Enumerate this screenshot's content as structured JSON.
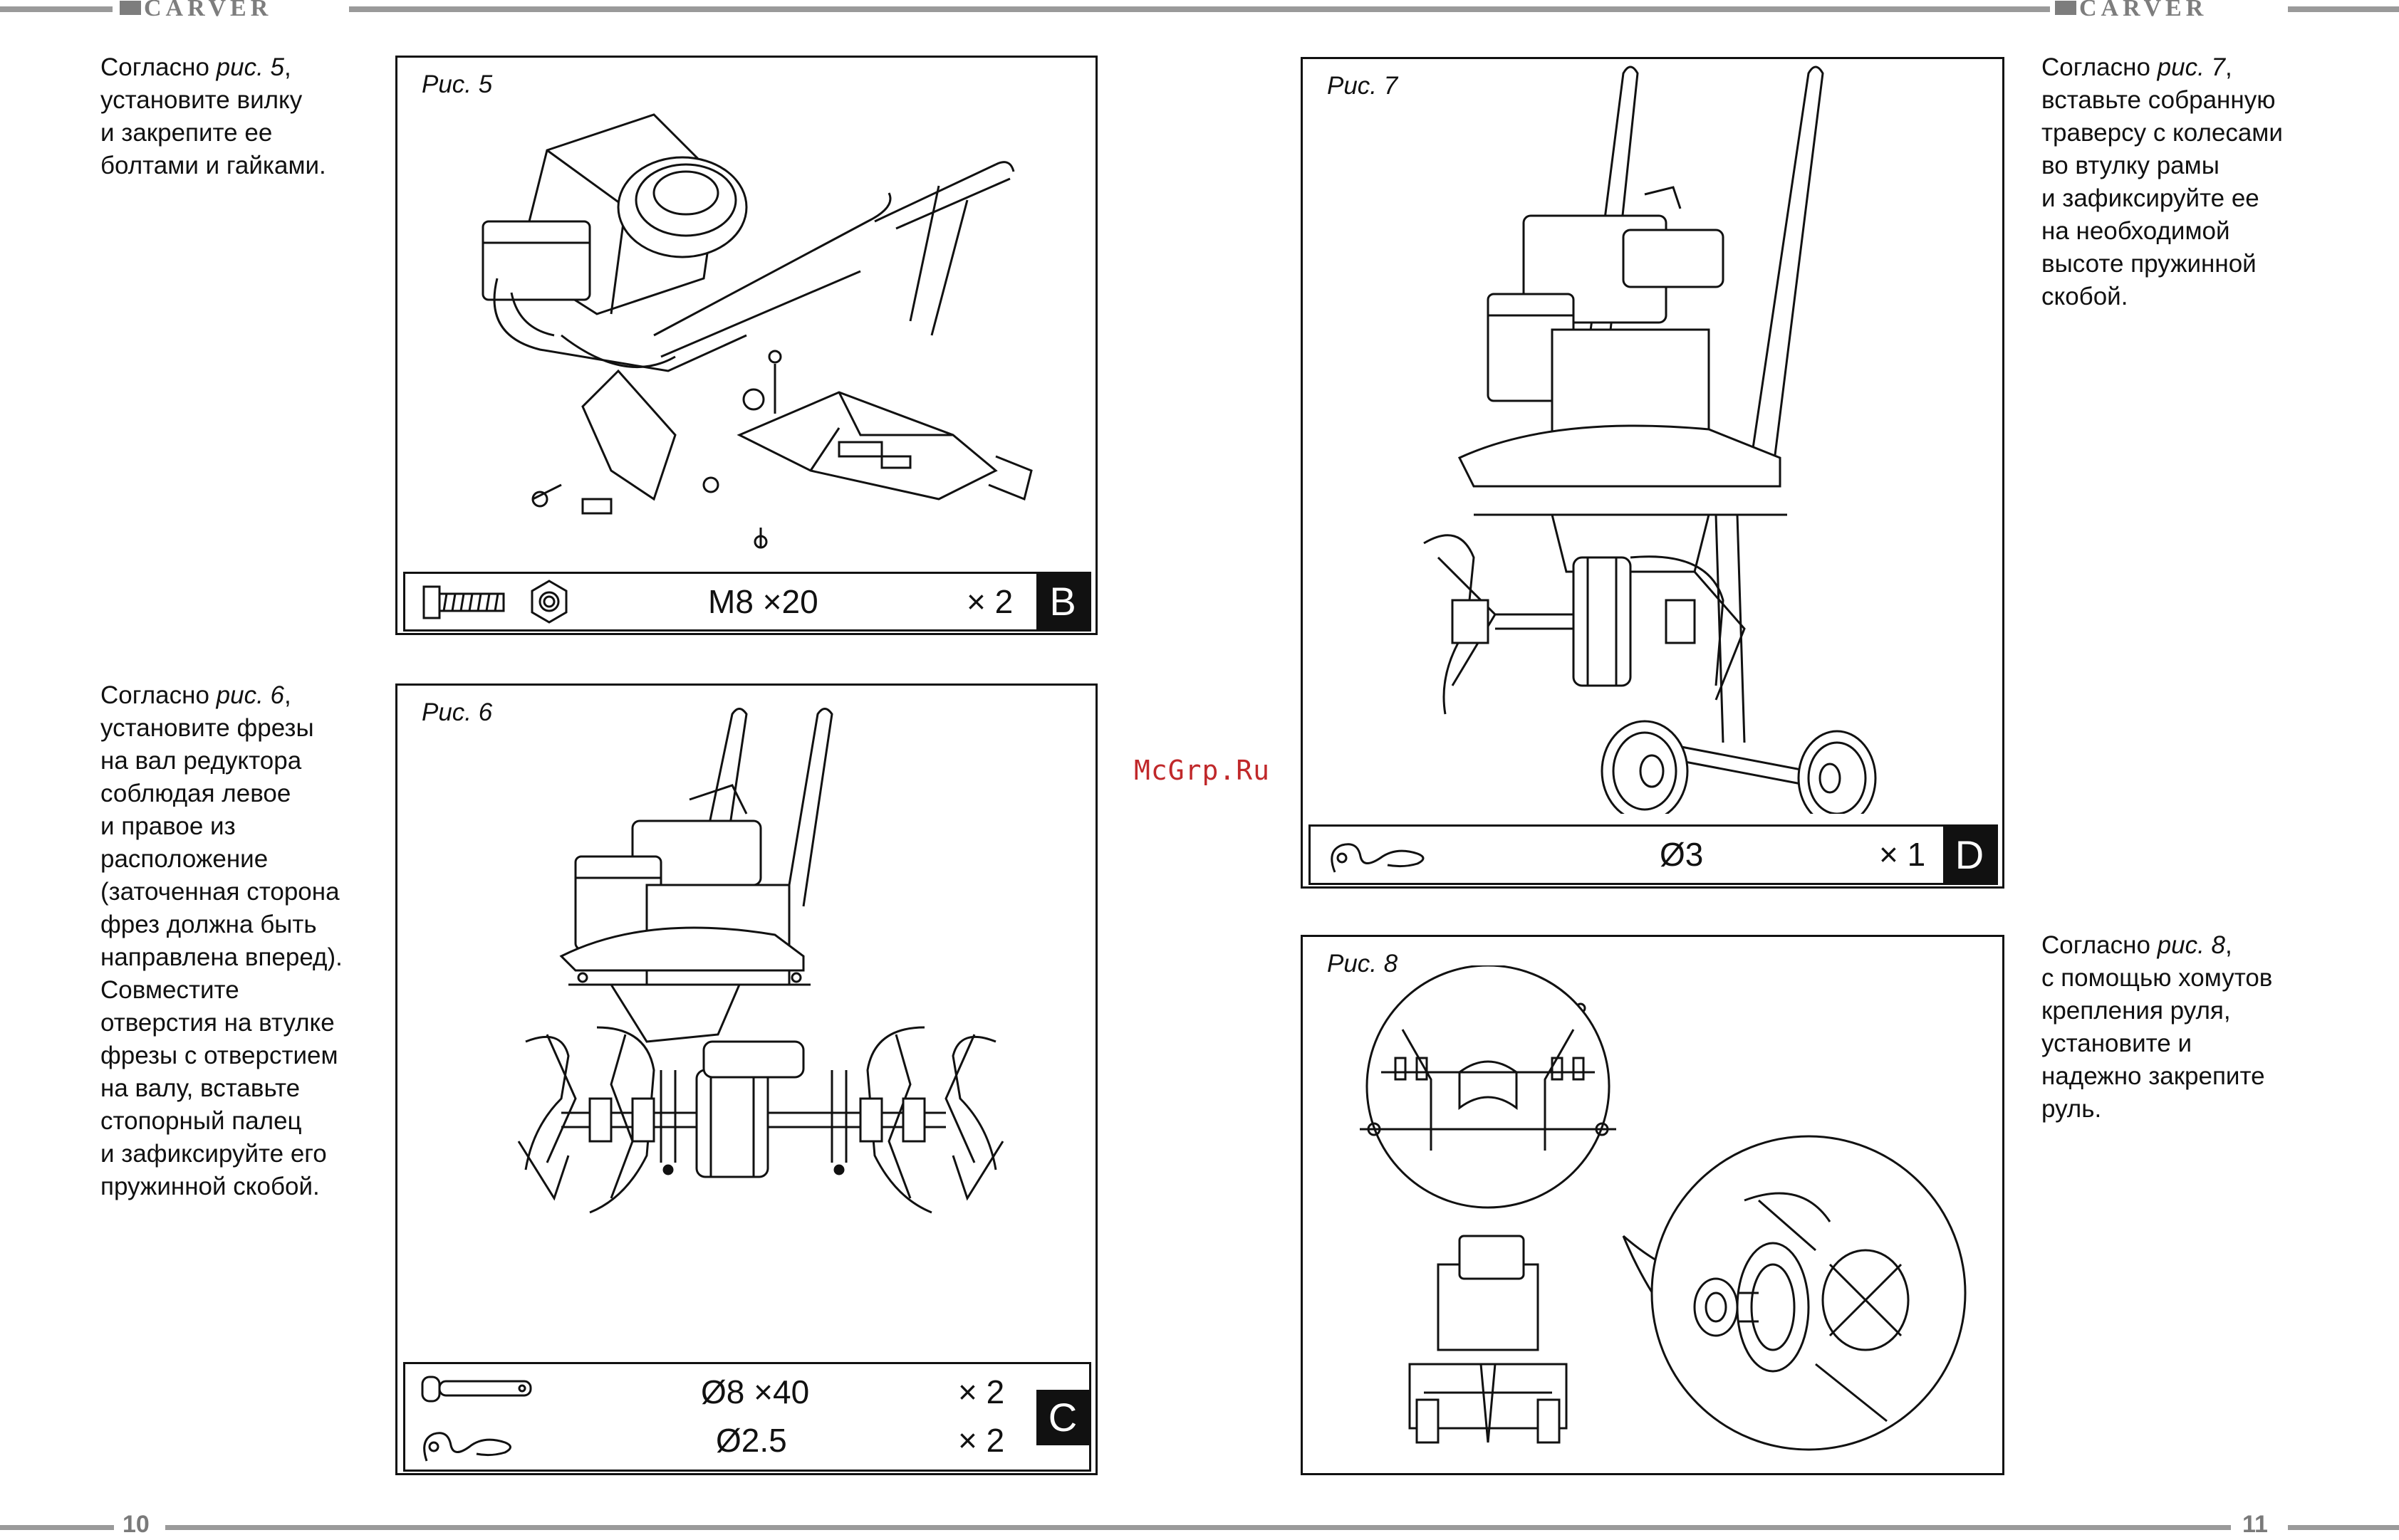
{
  "header": {
    "brand_left": "CARVER",
    "brand_right": "CARVER"
  },
  "footer": {
    "page_left": "10",
    "page_right": "11"
  },
  "watermark": "McGrp.Ru",
  "steps": {
    "s5": {
      "pre": "Согласно ",
      "ref": "рис. 5",
      "lines": [
        ",",
        "установите вилку",
        "и закрепите ее",
        "болтами и гайками."
      ]
    },
    "s6": {
      "pre": "Согласно ",
      "ref": "рис. 6",
      "lines": [
        ",",
        "установите фрезы",
        "на вал редуктора",
        "соблюдая левое",
        "и правое из",
        "расположение",
        "(заточенная сторона",
        "фрез должна быть",
        "направлена вперед).",
        "Совместите",
        "отверстия на втулке",
        "фрезы с отверстием",
        "на валу, вставьте",
        "стопорный палец",
        "и зафиксируйте его",
        "пружинной скобой."
      ]
    },
    "s7": {
      "pre": "Согласно ",
      "ref": "рис. 7",
      "lines": [
        ",",
        "вставьте собранную",
        "траверсу с колесами",
        "во втулку рамы",
        "и зафиксируйте ее",
        "на необходимой",
        "высоте пружинной",
        "скобой."
      ]
    },
    "s8": {
      "pre": "Согласно ",
      "ref": "рис. 8",
      "lines": [
        ",",
        "с помощью хомутов",
        "крепления руля,",
        "установите и",
        "надежно закрепите",
        "руль."
      ]
    }
  },
  "figures": {
    "f5": {
      "caption": "Рис. 5",
      "spec": "M8 ×20",
      "qty": "× 2",
      "letter": "B"
    },
    "f6": {
      "caption": "Рис. 6",
      "spec1": "Ø8 ×40",
      "qty1": "× 2",
      "spec2": "Ø2.5",
      "qty2": "× 2",
      "letter": "C"
    },
    "f7": {
      "caption": "Рис. 7",
      "spec": "Ø3",
      "qty": "× 1",
      "letter": "D"
    },
    "f8": {
      "caption": "Рис. 8"
    }
  }
}
